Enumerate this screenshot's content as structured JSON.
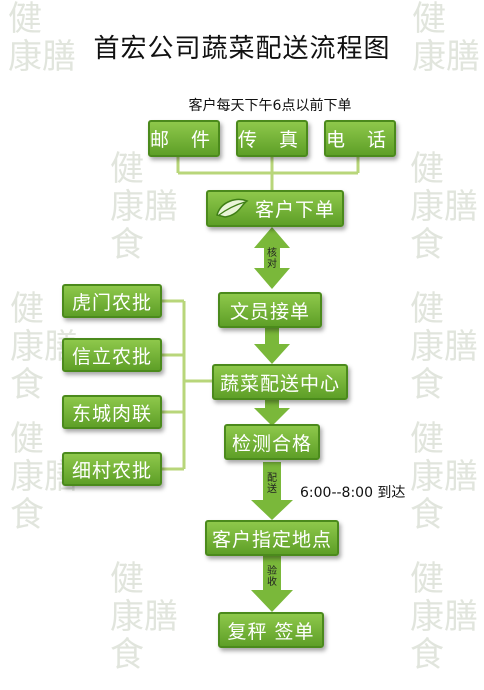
{
  "title": "首宏公司蔬菜配送流程图",
  "subtitle": "客户每天下午6点以前下单",
  "channels": [
    "邮 件",
    "传 真",
    "电 话"
  ],
  "steps": {
    "order": "客户下单",
    "receive": "文员接单",
    "center": "蔬菜配送中心",
    "test": "检测合格",
    "destination": "客户指定地点",
    "sign": "复秤 签单"
  },
  "suppliers": [
    "虎门农批",
    "信立农批",
    "东城肉联",
    "细村农批"
  ],
  "arrow_labels": {
    "verify": [
      "核",
      "对"
    ],
    "deliver": [
      "配",
      "送"
    ],
    "inspect": [
      "验",
      "收"
    ]
  },
  "delivery_time": "6:00--8:00 到达",
  "watermark": [
    "健",
    "康",
    "膳",
    "食"
  ],
  "colors": {
    "box": "#6aaa2f",
    "arrow": "#7ab83a",
    "line": "#b8d67a"
  }
}
